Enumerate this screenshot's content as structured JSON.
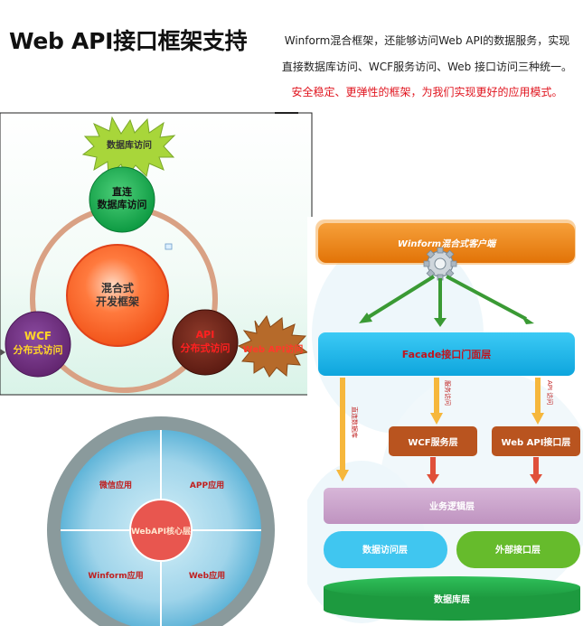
{
  "header": {
    "title": "Web API接口框架支持",
    "desc_line1": "Winform混合框架，还能够访问Web API的数据服务，实现",
    "desc_line2": "直接数据库访问、WCF服务访问、Web 接口访问三种统一。",
    "desc_line3": "安全稳定、更弹性的框架，为我们实现更好的应用模式。"
  },
  "hybrid_diagram": {
    "top_burst": "数据库访问",
    "direct_line1": "直连",
    "direct_line2": "数据库访问",
    "center_line1": "混合式",
    "center_line2": "开发框架",
    "wcf_line1": "WCF",
    "wcf_line2": "分布式访问",
    "api_line1": "API",
    "api_line2": "分布式访问",
    "right_burst": "Web API访问"
  },
  "layer_diagram": {
    "client": "Winform混合式客户端",
    "facade": "Facade接口门面层",
    "arrow_left": "直连数据库",
    "arrow_mid": "服务访问",
    "arrow_right": "API 访问",
    "wcf": "WCF服务层",
    "webapi": "Web  API接口层",
    "business": "业务逻辑层",
    "data_access": "数据访问层",
    "external": "外部接口层",
    "database": "数据库层"
  },
  "core_diagram": {
    "wechat": "微信应用",
    "app": "APP应用",
    "winform": "Winform应用",
    "web": "Web应用",
    "core": "WebAPI核心层"
  },
  "colors": {
    "orange": "#ef7d0f",
    "cyan": "#17b8ee",
    "brown": "#b9541f",
    "purple": "#c9a2ca",
    "light_blue": "#40c6f0",
    "green": "#66bb2c",
    "db_green": "#27b24b"
  }
}
